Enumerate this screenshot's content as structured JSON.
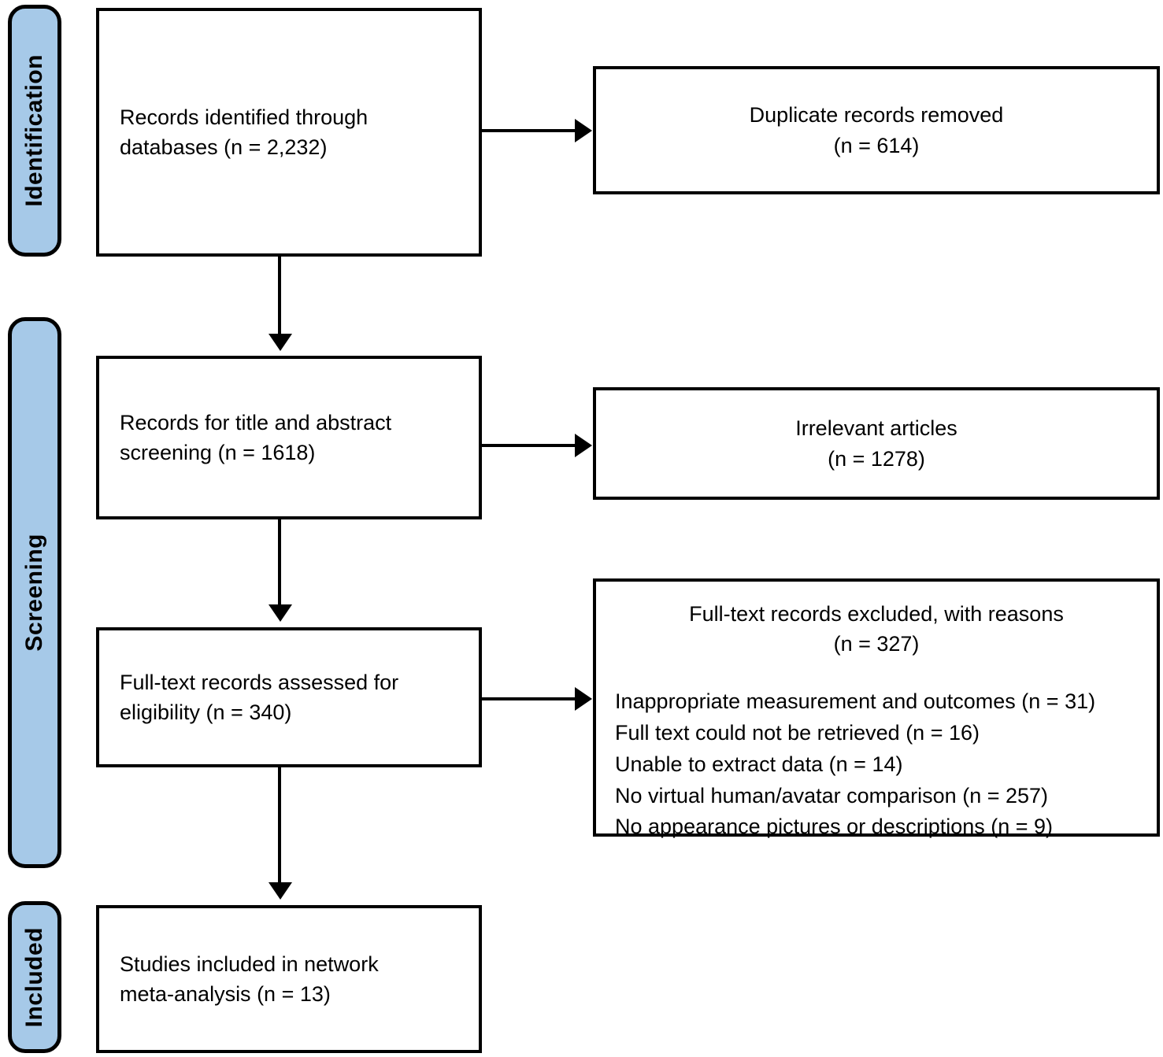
{
  "diagram": {
    "title": "PRISMA Flow Diagram",
    "accent_color": "#A6C9E8",
    "line_color": "#000000",
    "background_color": "#FFFFFF"
  },
  "stages": [
    {
      "id": "identification",
      "label": "Identification"
    },
    {
      "id": "screening",
      "label": "Screening"
    },
    {
      "id": "included",
      "label": "Included"
    }
  ],
  "boxes": {
    "identified": {
      "line1": "Records identified through",
      "line2": "databases (n = 2,232)"
    },
    "duplicates": {
      "line1": "Duplicate records removed",
      "line2": "(n = 614)"
    },
    "screened": {
      "line1": "Records for title and abstract",
      "line2": "screening (n = 1618)"
    },
    "irrelevant": {
      "line1": "Irrelevant articles",
      "line2": "(n = 1278)"
    },
    "fulltext": {
      "line1": "Full-text records assessed for",
      "line2": "eligibility (n = 340)"
    },
    "excluded": {
      "header_line1": "Full-text records excluded, with reasons",
      "header_line2": "(n = 327)",
      "reasons": [
        "Inappropriate measurement and outcomes (n = 31)",
        "Full text could not be retrieved (n = 16)",
        "Unable to extract data (n = 14)",
        "No virtual human/avatar comparison (n = 257)",
        "No appearance pictures or descriptions (n = 9)"
      ]
    },
    "included": {
      "line1": "Studies included in network",
      "line2": "meta-analysis (n = 13)"
    }
  },
  "chart_data": {
    "type": "diagram",
    "title": "PRISMA Flow Diagram",
    "nodes": [
      {
        "id": "identified",
        "stage": "Identification",
        "label": "Records identified through databases",
        "n": 2232
      },
      {
        "id": "duplicates",
        "stage": "Identification",
        "label": "Duplicate records removed",
        "n": 614
      },
      {
        "id": "screened",
        "stage": "Screening",
        "label": "Records for title and abstract screening",
        "n": 1618
      },
      {
        "id": "irrelevant",
        "stage": "Screening",
        "label": "Irrelevant articles",
        "n": 1278
      },
      {
        "id": "fulltext",
        "stage": "Screening",
        "label": "Full-text records assessed for eligibility",
        "n": 340
      },
      {
        "id": "excluded",
        "stage": "Screening",
        "label": "Full-text records excluded, with reasons",
        "n": 327
      },
      {
        "id": "included",
        "stage": "Included",
        "label": "Studies included in network meta-analysis",
        "n": 13
      }
    ],
    "exclusion_reasons": [
      {
        "reason": "Inappropriate measurement and outcomes",
        "n": 31
      },
      {
        "reason": "Full text could not be retrieved",
        "n": 16
      },
      {
        "reason": "Unable to extract data",
        "n": 14
      },
      {
        "reason": "No virtual human/avatar comparison",
        "n": 257
      },
      {
        "reason": "No appearance pictures or descriptions",
        "n": 9
      }
    ],
    "edges": [
      {
        "from": "identified",
        "to": "duplicates",
        "direction": "right"
      },
      {
        "from": "identified",
        "to": "screened",
        "direction": "down"
      },
      {
        "from": "screened",
        "to": "irrelevant",
        "direction": "right"
      },
      {
        "from": "screened",
        "to": "fulltext",
        "direction": "down"
      },
      {
        "from": "fulltext",
        "to": "excluded",
        "direction": "right"
      },
      {
        "from": "fulltext",
        "to": "included",
        "direction": "down"
      }
    ]
  }
}
